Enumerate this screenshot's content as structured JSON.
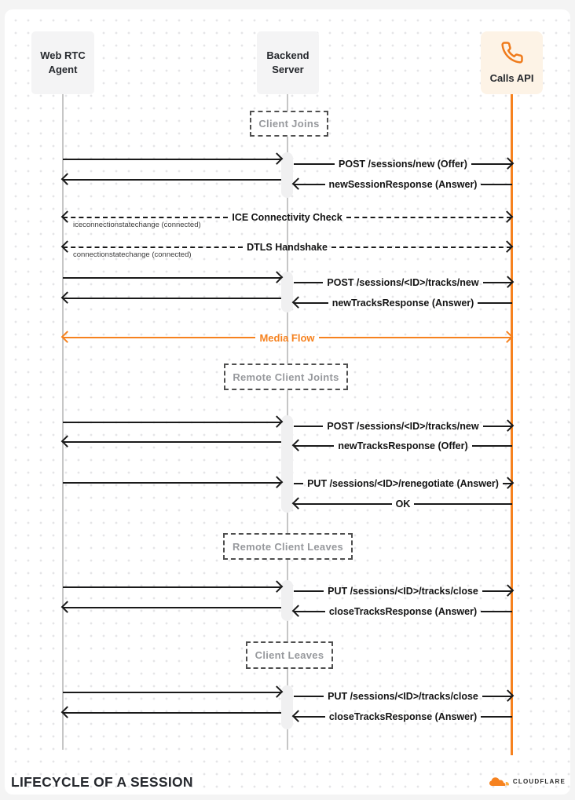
{
  "actors": {
    "left": "Web RTC Agent",
    "middle": "Backend Server",
    "right": "Calls API"
  },
  "phases": {
    "p1": "Client Joins",
    "p2": "Remote Client Joints",
    "p3": "Remote Client Leaves",
    "p4": "Client Leaves"
  },
  "messages": {
    "post_sessions_new": "POST /sessions/new (Offer)",
    "new_session_response": "newSessionResponse (Answer)",
    "ice_check": "ICE Connectivity Check",
    "ice_event": "iceconnectionstatechange (connected)",
    "dtls_handshake": "DTLS Handshake",
    "dtls_event": "connectionstatechange (connected)",
    "post_tracks_new": "POST /sessions/<ID>/tracks/new",
    "new_tracks_response_answer": "newTracksResponse (Answer)",
    "media_flow": "Media Flow",
    "post_tracks_new_2": "POST /sessions/<ID>/tracks/new",
    "new_tracks_response_offer": "newTracksResponse (Offer)",
    "put_renegotiate": "PUT /sessions/<ID>/renegotiate (Answer)",
    "ok": "OK",
    "put_tracks_close": "PUT /sessions/<ID>/tracks/close",
    "close_tracks_response": "closeTracksResponse (Answer)",
    "put_tracks_close_2": "PUT /sessions/<ID>/tracks/close",
    "close_tracks_response_2": "closeTracksResponse (Answer)"
  },
  "footer": {
    "title": "LIFECYCLE OF A SESSION",
    "brand": "CLOUDFLARE"
  },
  "icons": {
    "calls_api": "phone-icon",
    "brand": "cloudflare-cloud-icon"
  },
  "colors": {
    "accent_orange": "#f6821f",
    "arrow_black": "#1a1a1a",
    "actor_gray_bg": "#f4f4f5",
    "calls_box_bg": "#fdf3e6",
    "phase_text": "#97999d",
    "lifeline_gray": "#c6c6c6"
  }
}
